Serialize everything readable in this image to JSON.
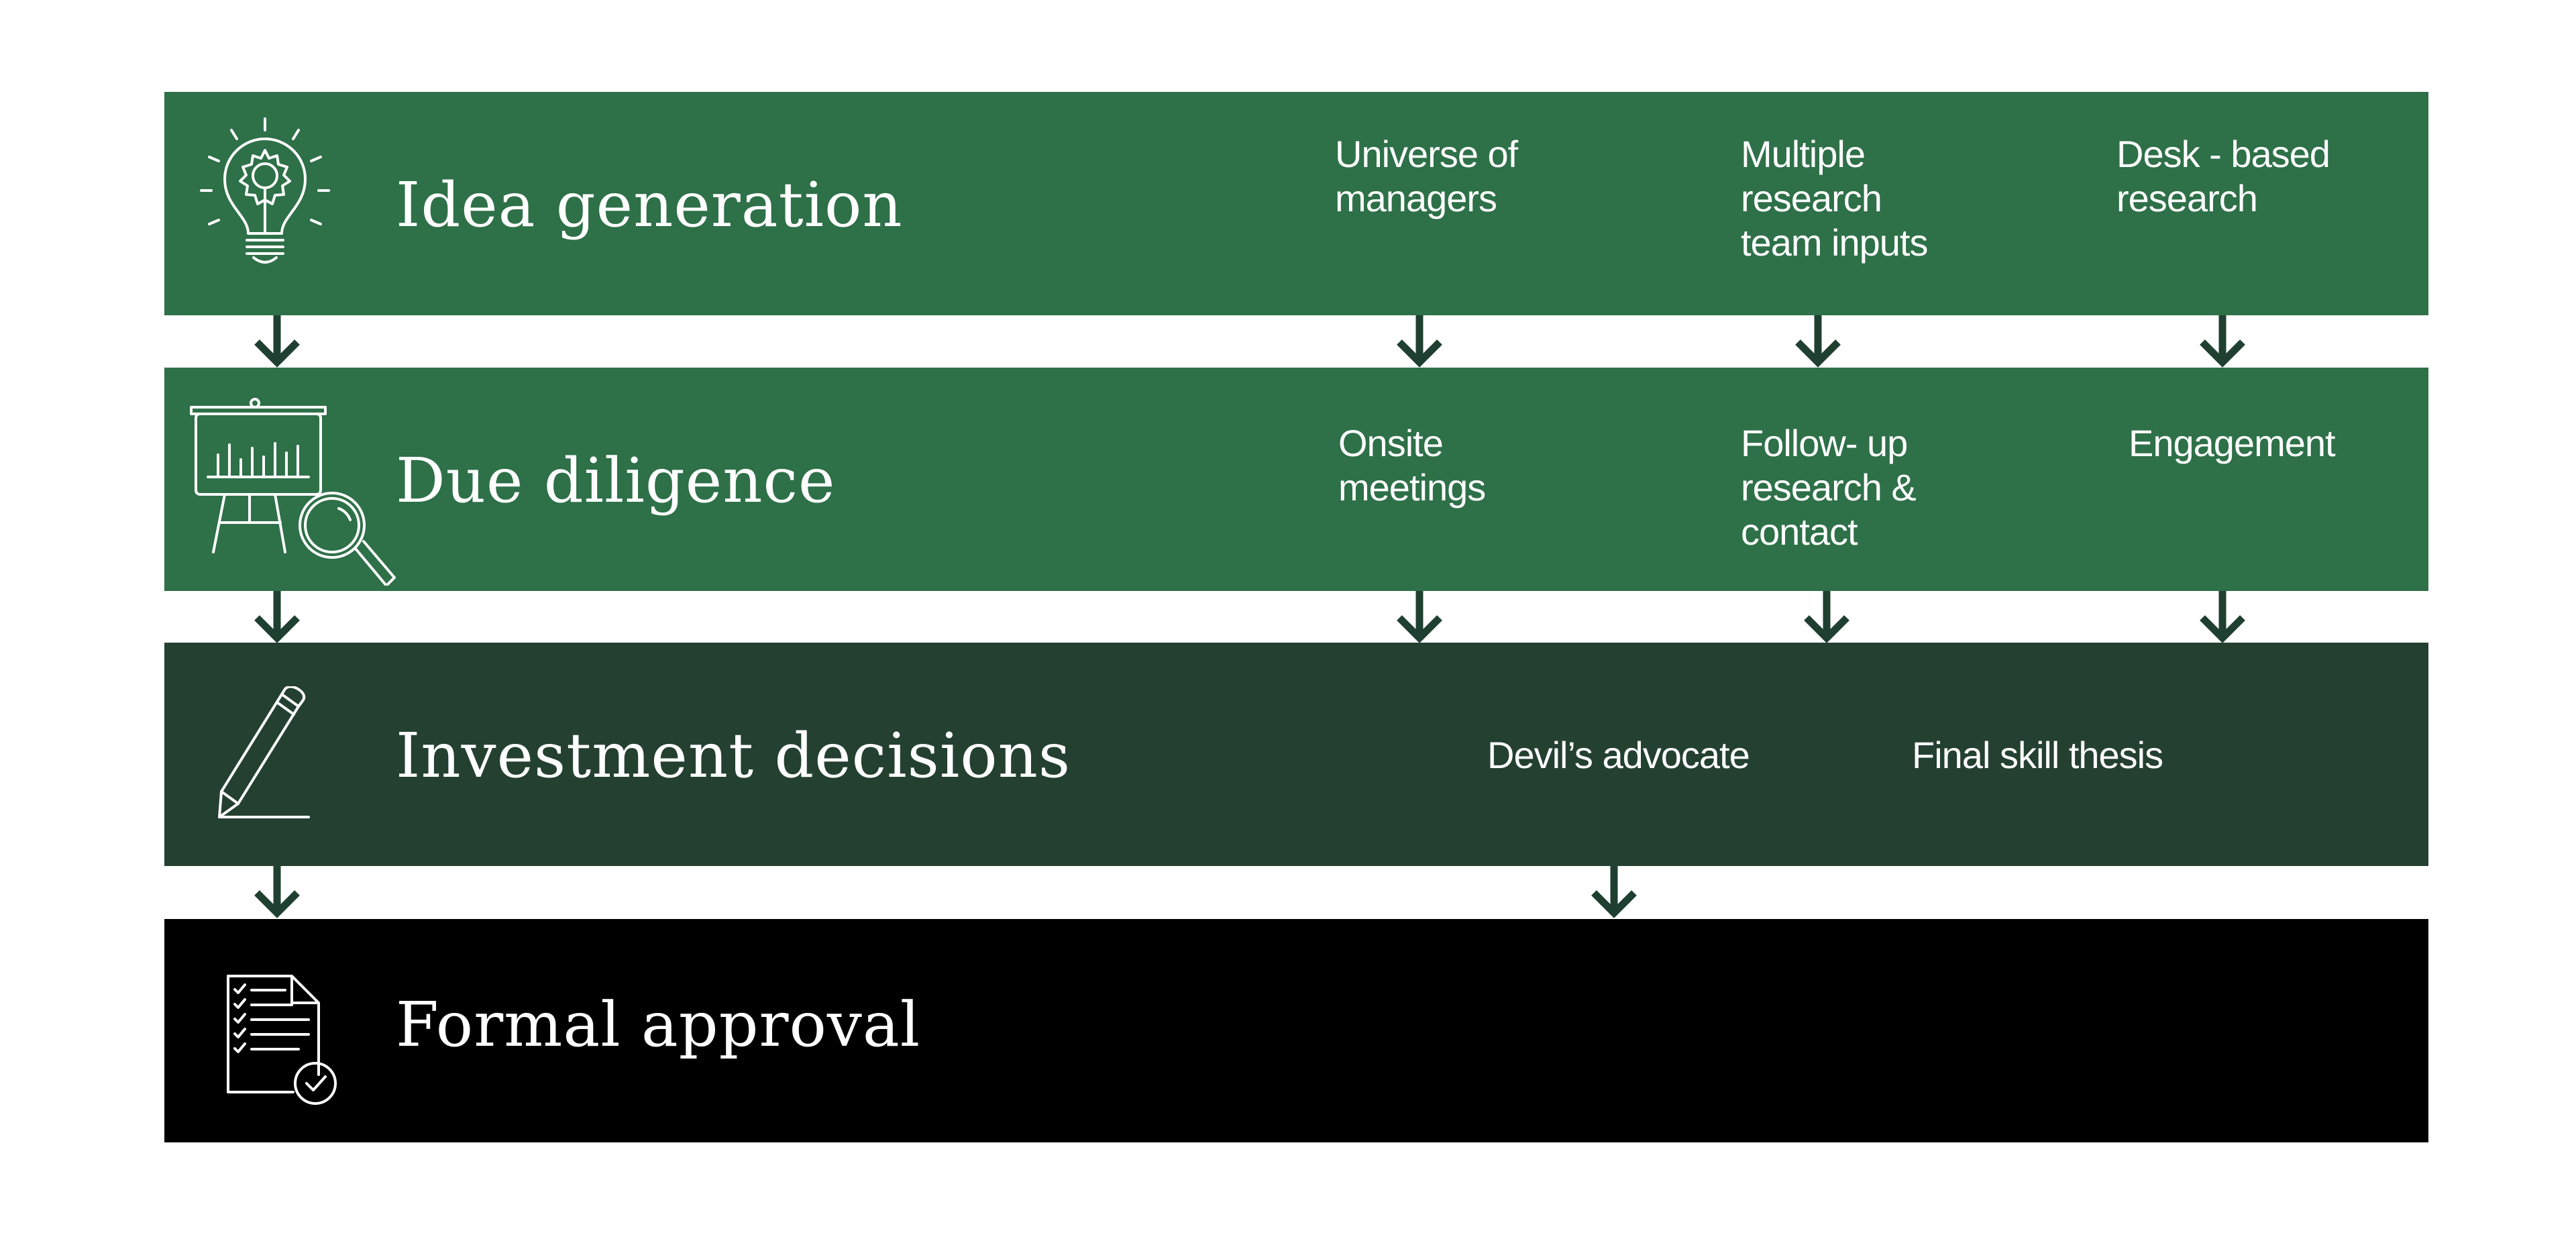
{
  "colors": {
    "stage_green": "#2e7048",
    "stage_dark_green": "#244030",
    "stage_black": "#000000",
    "arrow": "#1f4030",
    "text": "#ffffff"
  },
  "stages": [
    {
      "title": "Idea generation",
      "icon": "lightbulb-gear-icon",
      "items": [
        "Universe of\nmanagers",
        "Multiple\nresearch\nteam inputs",
        "Desk - based\nresearch"
      ]
    },
    {
      "title": "Due diligence",
      "icon": "presentation-magnifier-icon",
      "items": [
        "Onsite\nmeetings",
        "Follow- up\nresearch &\ncontact",
        "Engagement"
      ]
    },
    {
      "title": "Investment decisions",
      "icon": "pencil-icon",
      "items": [
        "Devil’s advocate",
        "Final skill thesis"
      ]
    },
    {
      "title": "Formal approval",
      "icon": "checklist-document-icon",
      "items": []
    }
  ]
}
